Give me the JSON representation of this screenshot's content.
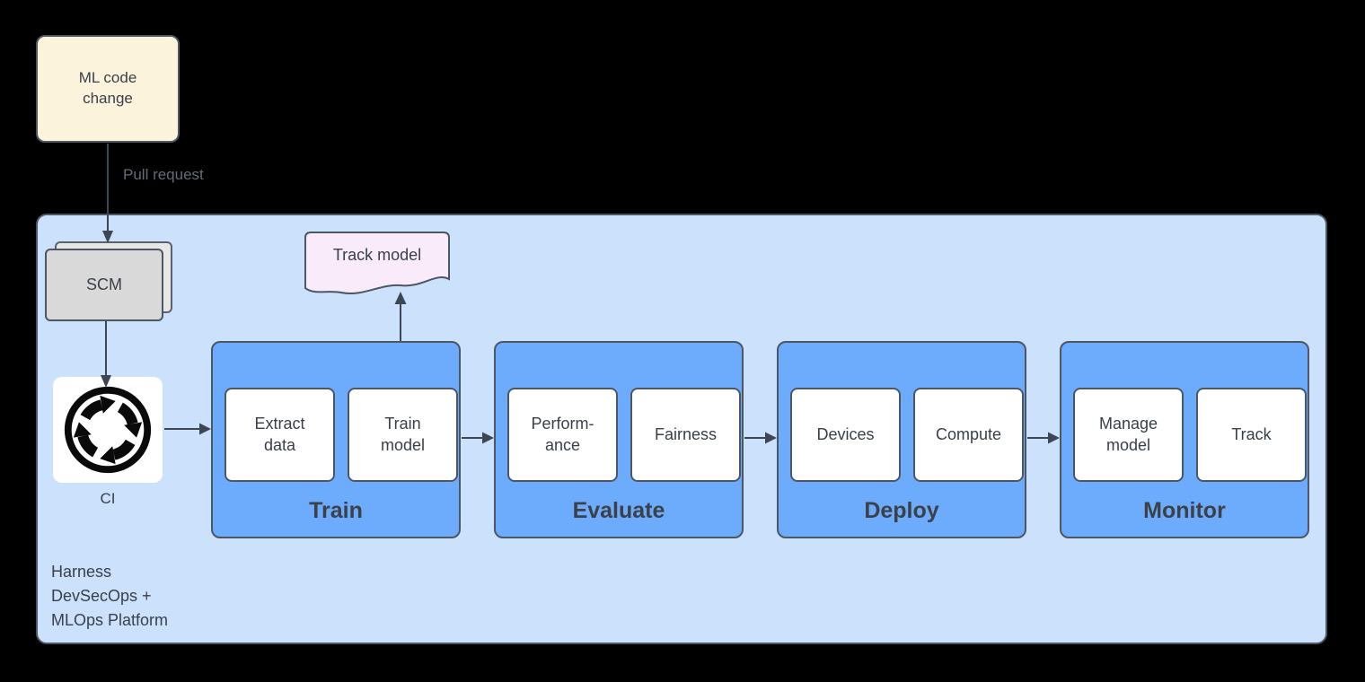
{
  "colors": {
    "background": "#000000",
    "platform_fill": "#cce1fc",
    "stage_fill": "#6dacfc",
    "chip_fill": "#ffffff",
    "source_fill": "#fcf3dc",
    "scm_fill": "#d9d9d9",
    "doc_fill": "#f9ebf9",
    "border": "#4d5663",
    "arrow": "#3e4654",
    "text": "#3a4049",
    "muted_label": "#646b78"
  },
  "nodes": {
    "source_box": "ML code\nchange",
    "scm": "SCM",
    "ci": "CI",
    "track_doc": "Track model"
  },
  "edge_labels": {
    "pull_request": "Pull request"
  },
  "platform_label": "Harness\nDevSecOps +\nMLOps Platform",
  "stages": [
    {
      "label": "Train",
      "items": [
        "Extract\ndata",
        "Train\nmodel"
      ]
    },
    {
      "label": "Evaluate",
      "items": [
        "Perform-\nance",
        "Fairness"
      ]
    },
    {
      "label": "Deploy",
      "items": [
        "Devices",
        "Compute"
      ]
    },
    {
      "label": "Monitor",
      "items": [
        "Manage\nmodel",
        "Track"
      ]
    }
  ],
  "icons": {
    "ci": "ci-cycle-icon"
  }
}
